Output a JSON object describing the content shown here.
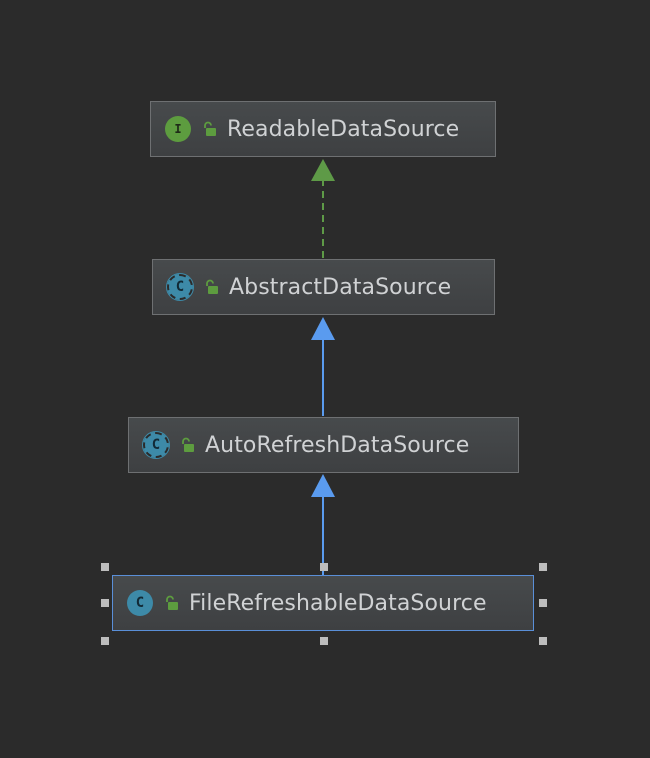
{
  "diagram": {
    "nodes": [
      {
        "id": "readable",
        "label": "ReadableDataSource",
        "kind": "interface",
        "kind_letter": "I",
        "kind_icon": "interface-icon",
        "visibility_icon": "unlocked-icon"
      },
      {
        "id": "abstract",
        "label": "AbstractDataSource",
        "kind": "abstract-class",
        "kind_letter": "C",
        "kind_icon": "abstract-class-icon",
        "visibility_icon": "unlocked-icon"
      },
      {
        "id": "autorefresh",
        "label": "AutoRefreshDataSource",
        "kind": "abstract-class",
        "kind_letter": "C",
        "kind_icon": "abstract-class-icon",
        "visibility_icon": "unlocked-icon"
      },
      {
        "id": "filerefreshable",
        "label": "FileRefreshableDataSource",
        "kind": "class",
        "kind_letter": "C",
        "kind_icon": "class-icon",
        "visibility_icon": "unlocked-icon",
        "selected": true
      }
    ],
    "edges": [
      {
        "from": "abstract",
        "to": "readable",
        "type": "implements",
        "style": "dashed",
        "color": "#5e9a47"
      },
      {
        "from": "autorefresh",
        "to": "abstract",
        "type": "extends",
        "style": "solid",
        "color": "#5a9bef"
      },
      {
        "from": "filerefreshable",
        "to": "autorefresh",
        "type": "extends",
        "style": "solid",
        "color": "#5a9bef"
      }
    ],
    "colors": {
      "background": "#2b2b2b",
      "node_fill": "#45484a",
      "node_border": "#6e7072",
      "selection_border": "#5a8fd8",
      "text": "#d0d2d4",
      "interface_badge": "#5d9c3f",
      "class_badge": "#3d8aa8",
      "lock": "#5d9c3f"
    }
  }
}
